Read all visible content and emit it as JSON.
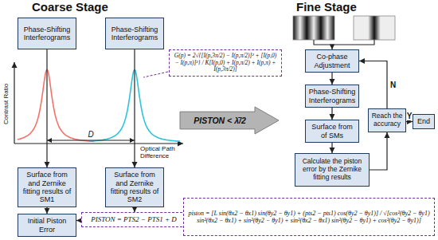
{
  "diagram": {
    "nodes": [
      {
        "text": [
          "Phase-Shifting Interferograms"
        ]
      },
      {
        "text": [
          "Phase-Shifting Interferograms"
        ]
      },
      {
        "text": [
          "G(p) = 2√{[I(p,3π/2) − I(p,π/2)]² + [I(p,0) − I(p,π)]²} / K[I(p,0) + I(p,π/2) + I(p,π) + I(p,3π/2)]"
        ]
      },
      {
        "text": [
          "PISTON < λ̄/2"
        ]
      },
      {
        "text": [
          "Surface from and Zernike fitting results of SM1"
        ]
      },
      {
        "text": [
          "Surface from and Zernike fitting results of SM2"
        ]
      },
      {
        "text": [
          "PISTON = PTS2 − PTS1 + D"
        ]
      },
      {
        "text": [
          "Initial Piston Error"
        ]
      },
      {
        "text": [
          "Co-phase Adjustment"
        ]
      },
      {
        "text": [
          "Phase-Shifting Interferograms"
        ]
      },
      {
        "text": [
          "Surface from of SMs"
        ]
      },
      {
        "text": [
          "Calculate the piston error by the Zernike fitting results"
        ]
      },
      {
        "text": [
          "Reach the accuracy"
        ]
      },
      {
        "text": [
          "End"
        ]
      },
      {
        "text": [
          "piston = [L sin(θx2 − θx1) sin(θy2 − θy1) + (pts2 − pts1) cos(θy2 − θy1)] / √[cos²(θy2 − θy1) sin²(θx2 − θx1) + sin²(θy2 − θy1) + sin²(θx2 − θx1) sin²(θy2 − θy1) + cos²(θy2 − θy1)]"
        ]
      }
    ],
    "edges": [
      {
        "from": 0,
        "to": 4,
        "arrow": "to"
      },
      {
        "from": 1,
        "to": 5,
        "arrow": "to"
      },
      {
        "from": 4,
        "to": 7,
        "arrow": "to"
      },
      {
        "from": 5,
        "to": 6,
        "arrow": "to"
      },
      {
        "from": 6,
        "to": 7,
        "arrow": "to"
      },
      {
        "from": 8,
        "to": 9,
        "arrow": "to"
      },
      {
        "from": 9,
        "to": 10,
        "arrow": "to"
      },
      {
        "from": 10,
        "to": 11,
        "arrow": "to"
      },
      {
        "from": 11,
        "to": 12,
        "arrow": "to"
      },
      {
        "from": 12,
        "to": 8,
        "label": "N",
        "arrow": "to"
      },
      {
        "from": 12,
        "to": 13,
        "label": "Y",
        "arrow": "to"
      }
    ],
    "labels": [
      "Coarse Stage",
      "Fine Stage",
      "Contrast Ratio",
      "Optical Path Difference",
      "D"
    ]
  }
}
